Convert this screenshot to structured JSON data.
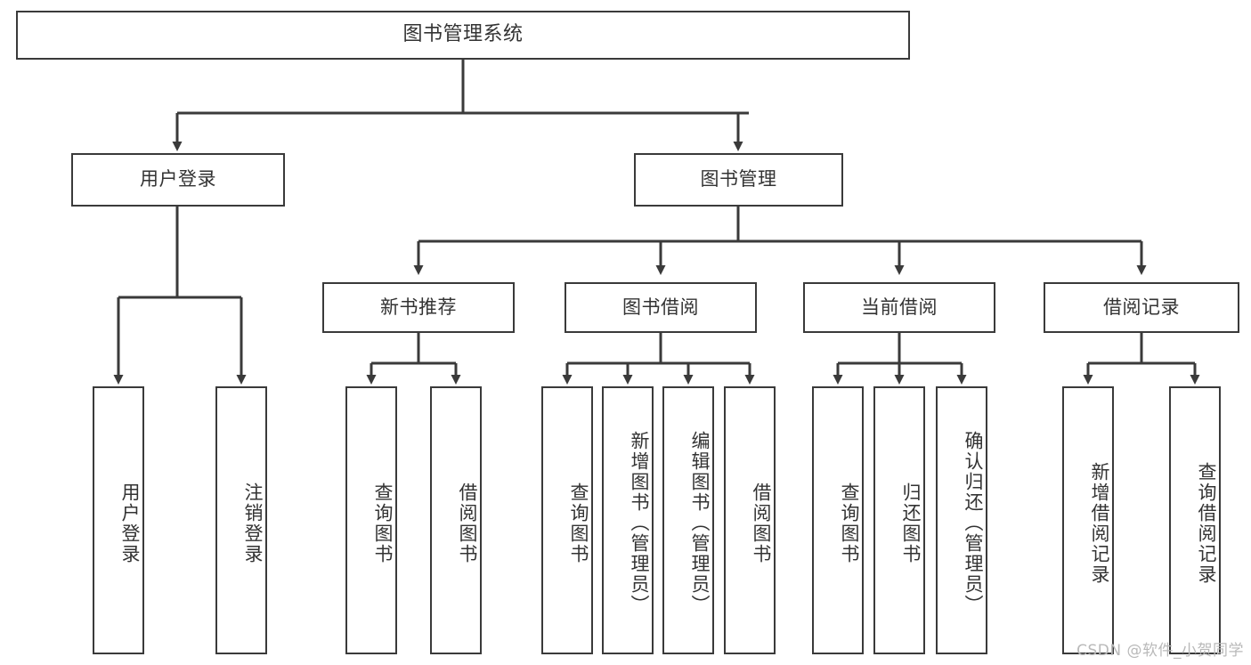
{
  "diagram": {
    "title": "图书管理系统",
    "type": "hierarchy-tree",
    "colors": {
      "stroke": "#3a3a3a",
      "text": "#333333",
      "background": "#ffffff",
      "watermark": "#b9b9b9"
    },
    "nodes": {
      "root": {
        "label": "图书管理系统"
      },
      "level2": [
        {
          "id": "user-login",
          "label": "用户登录"
        },
        {
          "id": "book-manage",
          "label": "图书管理"
        }
      ],
      "level3": [
        {
          "id": "new-book-recommend",
          "label": "新书推荐"
        },
        {
          "id": "book-borrow",
          "label": "图书借阅"
        },
        {
          "id": "current-borrow",
          "label": "当前借阅"
        },
        {
          "id": "borrow-record",
          "label": "借阅记录"
        }
      ],
      "leaves": {
        "user-login": [
          {
            "id": "leaf-user-login",
            "label": "用户登录"
          },
          {
            "id": "leaf-user-logout",
            "label": "注销登录"
          }
        ],
        "new-book-recommend": [
          {
            "id": "leaf-query-book-1",
            "label": "查询图书"
          },
          {
            "id": "leaf-borrow-book-1",
            "label": "借阅图书"
          }
        ],
        "book-borrow": [
          {
            "id": "leaf-query-book-2",
            "label": "查询图书"
          },
          {
            "id": "leaf-add-book",
            "label": "新增图书（管理员）"
          },
          {
            "id": "leaf-edit-book",
            "label": "编辑图书（管理员）"
          },
          {
            "id": "leaf-borrow-book-2",
            "label": "借阅图书"
          }
        ],
        "current-borrow": [
          {
            "id": "leaf-query-book-3",
            "label": "查询图书"
          },
          {
            "id": "leaf-return-book",
            "label": "归还图书"
          },
          {
            "id": "leaf-confirm-return",
            "label": "确认归还（管理员）"
          }
        ],
        "borrow-record": [
          {
            "id": "leaf-add-record",
            "label": "新增借阅记录"
          },
          {
            "id": "leaf-query-record",
            "label": "查询借阅记录"
          }
        ]
      }
    },
    "watermark": "CSDN @软件_小贺同学"
  }
}
